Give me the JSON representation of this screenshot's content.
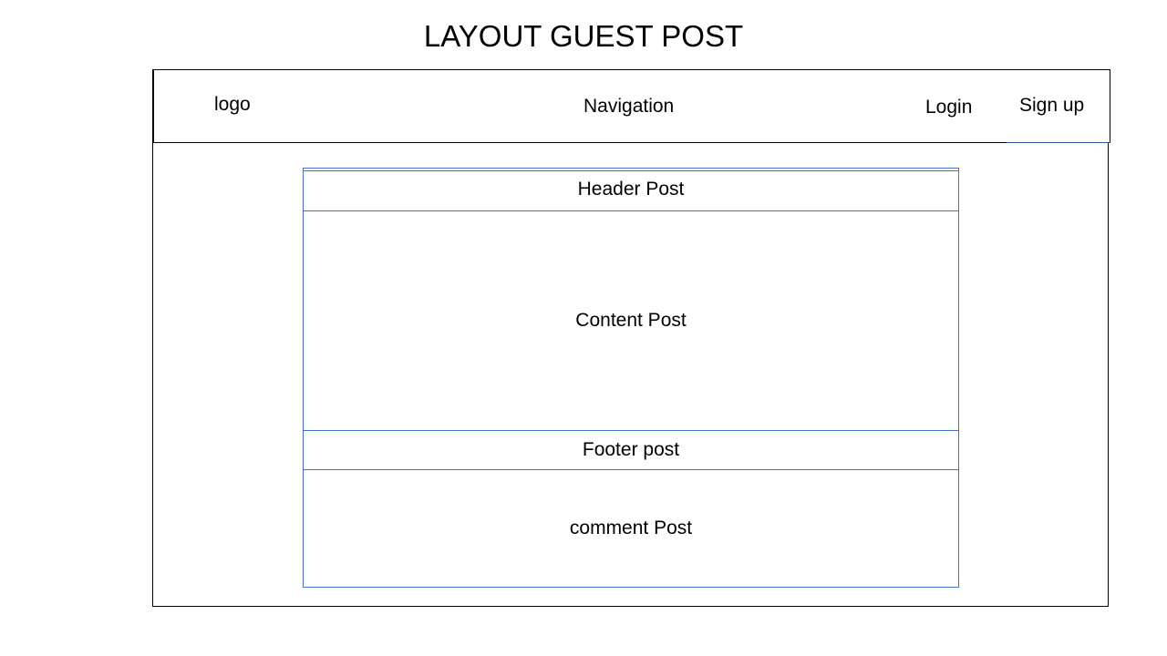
{
  "title": "LAYOUT GUEST POST",
  "navbar": {
    "logo_label": "logo",
    "navigation_label": "Navigation",
    "login_label": "Login",
    "signup_label": "Sign up"
  },
  "post": {
    "header_label": "Header Post",
    "content_label": "Content Post",
    "footer_label": "Footer post",
    "comment_label": "comment Post"
  },
  "colors": {
    "frame_border": "#000000",
    "post_border": "#4472c4"
  }
}
